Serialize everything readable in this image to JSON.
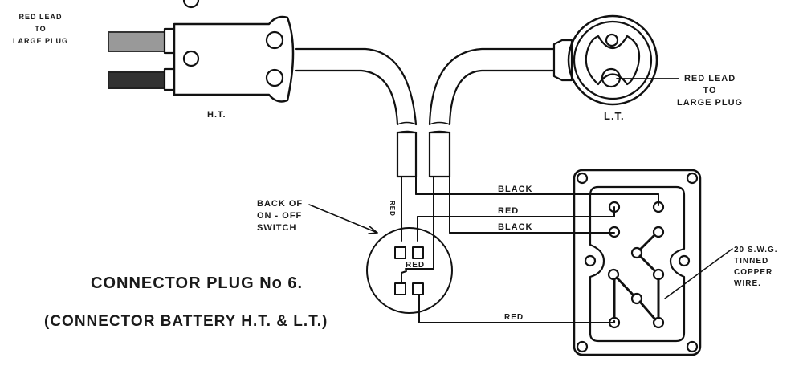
{
  "diagram": {
    "title": "CONNECTOR PLUG No 6.",
    "subtitle": "(CONNECTOR BATTERY H.T. & L.T.)",
    "plugs": {
      "ht": {
        "label": "H.T.",
        "note_lines": [
          "RED LEAD",
          "TO",
          "LARGE PLUG"
        ]
      },
      "lt": {
        "label": "L.T.",
        "note_lines": [
          "RED LEAD",
          "TO",
          "LARGE PLUG"
        ]
      }
    },
    "switch": {
      "note_lines": [
        "BACK OF",
        "ON - OFF",
        "SWITCH"
      ],
      "inner_label": "RED",
      "vertical_label": "RED"
    },
    "wires": [
      {
        "label": "BLACK"
      },
      {
        "label": "RED"
      },
      {
        "label": "BLACK"
      },
      {
        "label": "RED"
      }
    ],
    "terminal_block": {
      "note_lines": [
        "20 S.W.G.",
        "TINNED",
        "COPPER",
        "WIRE."
      ]
    }
  }
}
